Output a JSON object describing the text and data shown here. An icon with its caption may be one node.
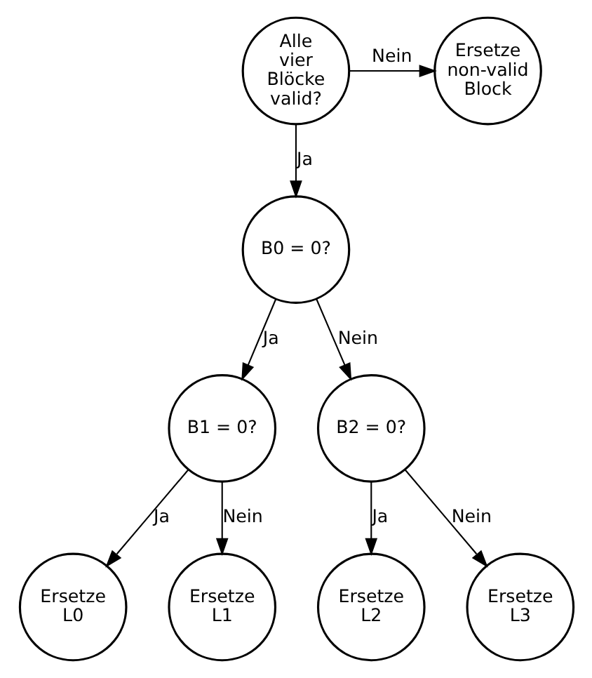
{
  "diagram": {
    "nodes": [
      {
        "text": [
          "Alle vier Blöcke valid?"
        ]
      },
      {
        "text": [
          "Ersetze non-valid Block"
        ]
      },
      {
        "text": [
          "B0 = 0?"
        ]
      },
      {
        "text": [
          "B1 = 0?"
        ]
      },
      {
        "text": [
          "B2 = 0?"
        ]
      },
      {
        "text": [
          "Ersetze L0"
        ]
      },
      {
        "text": [
          "Ersetze L1"
        ]
      },
      {
        "text": [
          "Ersetze L2"
        ]
      },
      {
        "text": [
          "Ersetze L3"
        ]
      }
    ],
    "edges": [
      {
        "from": 0,
        "to": 1,
        "arrow": "to",
        "label": "Nein"
      },
      {
        "from": 0,
        "to": 2,
        "arrow": "to",
        "label": "Ja"
      },
      {
        "from": 2,
        "to": 3,
        "arrow": "to",
        "label": "Ja"
      },
      {
        "from": 2,
        "to": 4,
        "arrow": "to",
        "label": "Nein"
      },
      {
        "from": 3,
        "to": 5,
        "arrow": "to",
        "label": "Ja"
      },
      {
        "from": 3,
        "to": 6,
        "arrow": "to",
        "label": "Nein"
      },
      {
        "from": 4,
        "to": 7,
        "arrow": "to",
        "label": "Ja"
      },
      {
        "from": 4,
        "to": 8,
        "arrow": "to",
        "label": "Nein"
      }
    ]
  }
}
